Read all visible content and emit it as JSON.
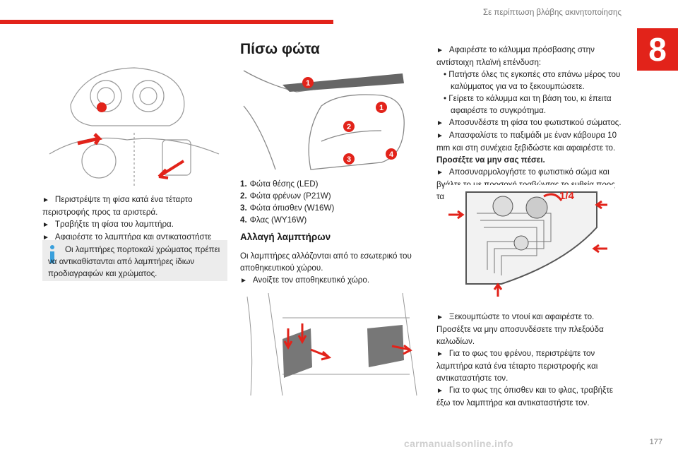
{
  "header": {
    "title": "Σε περίπτωση βλάβης ακινητοποίησης",
    "chapter": "8",
    "page_number": "177"
  },
  "watermark": "carmanualsonline.info",
  "col1": {
    "steps": [
      "Περιστρέψτε τη φίσα κατά ένα τέταρτο περιστροφής προς τα αριστερά.",
      "Τραβήξτε τη φίσα του λαμπτήρα.",
      "Αφαιρέστε το λαμπτήρα και αντικαταστήστε τον."
    ],
    "info": "Οι λαμπτήρες πορτοκαλί χρώματος πρέπει να αντικαθίστανται από λαμπτήρες ίδιων προδιαγραφών και χρώματος."
  },
  "col2": {
    "title": "Πίσω φώτα",
    "legend": [
      {
        "num": "1.",
        "text": "Φώτα θέσης (LED)"
      },
      {
        "num": "2.",
        "text": "Φώτα φρένων (P21W)"
      },
      {
        "num": "3.",
        "text": "Φώτα όπισθεν (W16W)"
      },
      {
        "num": "4.",
        "text": "Φλας (WY16W)"
      }
    ],
    "subtitle": "Αλλαγή λαμπτήρων",
    "intro": "Οι λαμπτήρες αλλάζονται από το εσωτερικό του αποθηκευτικού χώρου.",
    "step": "Ανοίξτε τον αποθηκευτικό χώρο.",
    "callouts": [
      "1",
      "1",
      "2",
      "3",
      "4"
    ]
  },
  "col3": {
    "step1": "Αφαιρέστε το κάλυμμα πρόσβασης στην αντίστοιχη πλαϊνή επένδυση:",
    "sub1": "Πατήστε όλες τις εγκοπές στο επάνω μέρος του καλύμματος για να το ξεκουμπώσετε.",
    "sub2": "Γείρετε το κάλυμμα και τη βάση του, κι έπειτα αφαιρέστε το συγκρότημα.",
    "step2": "Αποσυνδέστε τη φίσα του φωτιστικού σώματος.",
    "step3_a": "Απασφαλίστε το παξιμάδι με έναν κάβουρα 10 mm και στη συνέχεια ξεβιδώστε και αφαιρέστε το.",
    "step3_b": "Προσέξτε να μην σας πέσει.",
    "step4": "Αποσυναρμολογήστε το φωτιστικό σώμα και βγάλτε το με προσοχή τραβώντας το ευθεία προς τα έξω.",
    "fig_label": "1/4",
    "step5": "Ξεκουμπώστε το ντουί και αφαιρέστε το. Προσέξτε να μην αποσυνδέσετε την πλεξούδα καλωδίων.",
    "step6": "Για το φως του φρένου, περιστρέψτε τον λαμπτήρα κατά ένα τέταρτο περιστροφής και αντικαταστήστε τον.",
    "step7": "Για το φως της όπισθεν και το φλας, τραβήξτε έξω τον λαμπτήρα και αντικαταστήστε τον."
  },
  "arrow_glyph": "►",
  "bullet_glyph": "•",
  "colors": {
    "accent": "#e2231a",
    "info_blue": "#3aa0dc",
    "info_bg": "#ececec"
  }
}
